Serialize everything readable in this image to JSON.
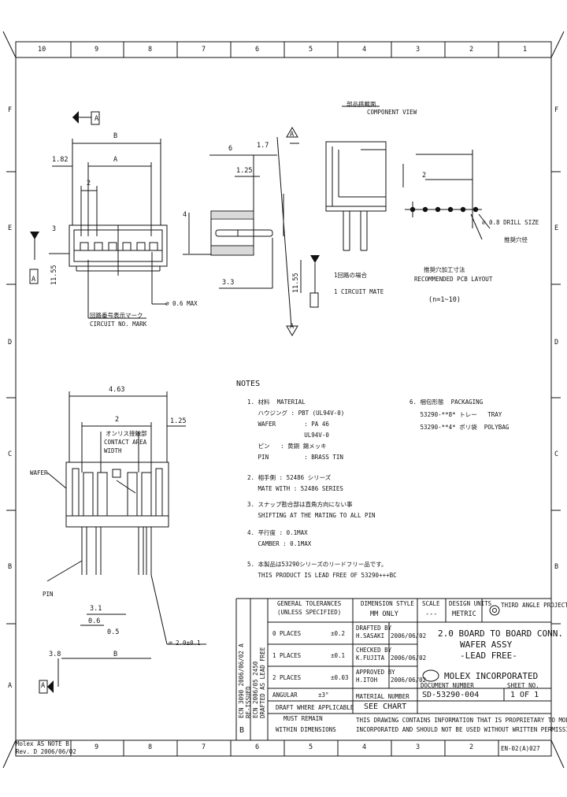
{
  "border": {
    "columns": [
      "10",
      "9",
      "8",
      "7",
      "6",
      "5",
      "4",
      "3",
      "2",
      "1"
    ],
    "rows": [
      "F",
      "E",
      "D",
      "C",
      "B",
      "A"
    ]
  },
  "top_view": {
    "dim_overall": "B",
    "dim_pitch": "2",
    "dim_body": "A",
    "dim_edge": "1.82",
    "dim_side": "3",
    "dim_height": "11.55",
    "section_mark": "A",
    "circuit_marker_jp": "回路番号表示マーク",
    "circuit_marker_en": "CIRCUIT NO. MARK",
    "hole_dia": "⌀ 0.6 MAX"
  },
  "side_section": {
    "dim_a": "6",
    "dim_b": "1.7",
    "dim_c": "1.25",
    "dim_d": "4",
    "dim_e": "3.3",
    "dim_f": "11.55",
    "label_jp": "1回路の場合",
    "label_en": "1 CIRCUIT MATE",
    "section_mark": "A"
  },
  "pcb_layout": {
    "view_jp": "部品搭載面",
    "view_en": "COMPONENT VIEW",
    "dim_pitch": "2",
    "drill_label": "⌀ 0.8 DRILL SIZE",
    "drill_jp": "推奨穴径",
    "recommended_jp": "推奨穴加工寸法",
    "recommended_en": "RECOMMENDED PCB LAYOUT",
    "circuits": "(n=1~10)",
    "holes": 6
  },
  "notes": {
    "header": "NOTES",
    "items": [
      "1. 材料  MATERIAL",
      "   ハウジング : PBT (UL94V-0)",
      "   WAFER        : PA 46",
      "                UL94V-0",
      "   ピン   : 黄銅 錫メッキ",
      "   PIN          : BRASS TIN",
      "2. 相手側 : 52486 シリーズ",
      "   MATE WITH : 52486 SERIES",
      "3. スナップ勘合部は直角方向にない事",
      "   SHIFTING AT THE MATING TO ALL PIN",
      "4. 平行度 : 0.1MAX",
      "   CAMBER : 0.1MAX",
      "5. 本製品は53290シリーズのリードフリー品です。",
      "   THIS PRODUCT IS LEAD FREE OF 53290+++BC"
    ],
    "packaging": [
      "6. 梱包形態  PACKAGING",
      "   53290-**8* トレー   TRAY",
      "   53290-**4* ポリ袋  POLYBAG"
    ]
  },
  "front_view": {
    "dim_top": "4.63",
    "dim_pitch": "2",
    "dim_right": "1.25",
    "wafer_label": "WAFER",
    "pin_label": "PIN",
    "callout_jp": "オンリス接触部",
    "callout_en": "CONTACT AREA",
    "callout_en2": "WIDTH",
    "dim_pin_len": "3.1",
    "dim_pin_gap": "0.6",
    "dim_pin_w": "0.5",
    "dim_bottom": "B",
    "dim_left": "3.8",
    "hole_dia": "⌀ 2.0±0.1",
    "datum": "A"
  },
  "title_block": {
    "tolerance_header": "GENERAL TOLERANCES",
    "tolerance_sub": "(UNLESS SPECIFIED)",
    "dim_style_label": "DIMENSION STYLE",
    "dim_style": "MM ONLY",
    "scale_label": "SCALE",
    "scale": "---",
    "units_label": "DESIGN UNITS",
    "units": "METRIC",
    "projection": "THIRD ANGLE PROJECTION",
    "tol_rows": [
      {
        "places": "0 PLACES",
        "tol": "±0.2"
      },
      {
        "places": "1 PLACES",
        "tol": "±0.1"
      },
      {
        "places": "2 PLACES",
        "tol": "±0.03"
      }
    ],
    "angular_label": "ANGULAR",
    "angular_tol": "±3°",
    "drafted_label": "DRAFTED BY",
    "drafted_by": "H.SASAKI",
    "checked_label": "CHECKED BY",
    "checked_by": "K.FUJITA",
    "approved_label": "APPROVED BY",
    "approved_by": "H.ITOH",
    "dates": [
      "2006/06/02",
      "2006/06/02",
      "2006/06/02"
    ],
    "title_line1": "2.0 BOARD TO BOARD CONN.",
    "title_line2": "WAFER ASSY",
    "title_line3": "-LEAD FREE-",
    "company": "MOLEX INCORPORATED",
    "doc_label": "DOCUMENT NUMBER",
    "doc_number": "SD-53290-004",
    "sheet_label": "SHEET NO.",
    "sheet": "1 OF 1",
    "see_chart": "SEE CHART",
    "material_label": "MATERIAL NUMBER",
    "drawing_note1": "DRAFT WHERE APPLICABLE",
    "drawing_note2": "MUST REMAIN",
    "drawing_note3": "WITHIN DIMENSIONS",
    "proprietary1": "THIS DRAWING CONTAINS INFORMATION THAT IS PROPRIETARY TO MOLEX",
    "proprietary2": "INCORPORATED AND SHOULD NOT BE USED WITHOUT WRITTEN PERMISSION",
    "rev_letter": "B",
    "revisions": [
      "ECN 3090 2006/06/02 A",
      "RE-ISSUED",
      "ECN 2006/05 2450",
      "DRAFTED AS LEAD FREE"
    ]
  },
  "footer": {
    "left1": "Molex AS NOTE B",
    "left2": "Rev. D 2006/06/02",
    "form": "EN-02(A)027"
  }
}
